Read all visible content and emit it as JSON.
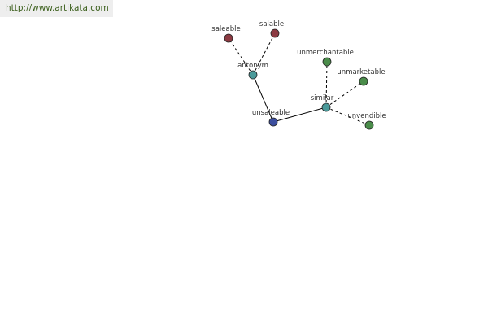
{
  "site_url": "http://www.artikata.com",
  "colors": {
    "banner_text": "#3a5e1a",
    "center_node": "#3c4e9e",
    "hub_node": "#4a9a9a",
    "antonym_node": "#8c3a42",
    "similar_node": "#4a8c4a",
    "edge": "#000000"
  },
  "graph": {
    "nodes": [
      {
        "id": "unsaleable",
        "label": "unsaleable",
        "kind": "center"
      },
      {
        "id": "antonym",
        "label": "antonym",
        "kind": "hub"
      },
      {
        "id": "similar",
        "label": "similar",
        "kind": "hub"
      },
      {
        "id": "saleable",
        "label": "saleable",
        "kind": "antonym"
      },
      {
        "id": "salable",
        "label": "salable",
        "kind": "antonym"
      },
      {
        "id": "unmerchantable",
        "label": "unmerchantable",
        "kind": "similar"
      },
      {
        "id": "unmarketable",
        "label": "unmarketable",
        "kind": "similar"
      },
      {
        "id": "unvendible",
        "label": "unvendible",
        "kind": "similar"
      }
    ],
    "edges": [
      {
        "from": "unsaleable",
        "to": "antonym",
        "style": "solid"
      },
      {
        "from": "unsaleable",
        "to": "similar",
        "style": "solid"
      },
      {
        "from": "antonym",
        "to": "saleable",
        "style": "dashed"
      },
      {
        "from": "antonym",
        "to": "salable",
        "style": "dashed"
      },
      {
        "from": "similar",
        "to": "unmerchantable",
        "style": "dashed"
      },
      {
        "from": "similar",
        "to": "unmarketable",
        "style": "dashed"
      },
      {
        "from": "similar",
        "to": "unvendible",
        "style": "dashed"
      }
    ]
  }
}
